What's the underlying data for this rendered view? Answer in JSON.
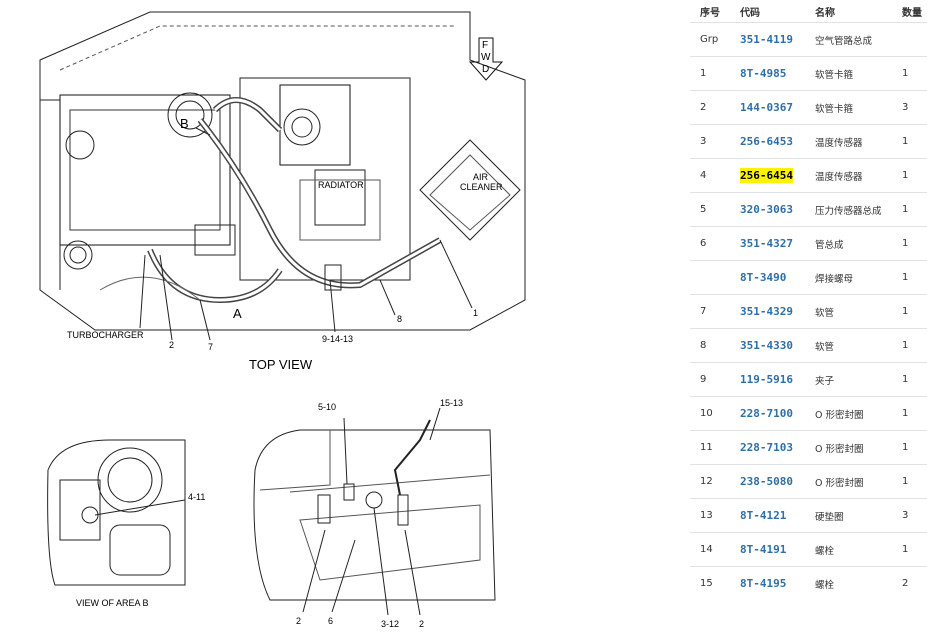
{
  "diagram": {
    "labels": {
      "fwd_1": "F",
      "fwd_2": "W",
      "fwd_3": "D",
      "B": "B",
      "A": "A",
      "radiator": "RADIATOR",
      "air": "AIR",
      "cleaner": "CLEANER",
      "turbocharger": "TURBOCHARGER",
      "top_view": "TOP VIEW",
      "view_area_b": "VIEW OF AREA B",
      "c1": "1",
      "c2": "2",
      "c7": "7",
      "c8": "8",
      "c9_14_13": "9-14-13",
      "c4_11": "4-11",
      "c5_10": "5-10",
      "c15_13": "15-13",
      "c2b": "2",
      "c6": "6",
      "c3_12": "3-12",
      "c2c": "2"
    }
  },
  "parts_table": {
    "headers": {
      "seq": "序号",
      "code": "代码",
      "name": "名称",
      "qty": "数量"
    },
    "rows": [
      {
        "seq": "Grp",
        "code": "351-4119",
        "name": "空气管路总成",
        "qty": ""
      },
      {
        "seq": "1",
        "code": "8T-4985",
        "name": "软管卡箍",
        "qty": "1"
      },
      {
        "seq": "2",
        "code": "144-0367",
        "name": "软管卡箍",
        "qty": "3"
      },
      {
        "seq": "3",
        "code": "256-6453",
        "name": "温度传感器",
        "qty": "1"
      },
      {
        "seq": "4",
        "code": "256-6454",
        "name": "温度传感器",
        "qty": "1"
      },
      {
        "seq": "5",
        "code": "320-3063",
        "name": "压力传感器总成",
        "qty": "1"
      },
      {
        "seq": "6",
        "code": "351-4327",
        "name": "管总成",
        "qty": "1"
      },
      {
        "seq": "",
        "code": "8T-3490",
        "name": "焊接螺母",
        "qty": "1"
      },
      {
        "seq": "7",
        "code": "351-4329",
        "name": "软管",
        "qty": "1"
      },
      {
        "seq": "8",
        "code": "351-4330",
        "name": "软管",
        "qty": "1"
      },
      {
        "seq": "9",
        "code": "119-5916",
        "name": "夹子",
        "qty": "1"
      },
      {
        "seq": "10",
        "code": "228-7100",
        "name": "O 形密封圈",
        "qty": "1"
      },
      {
        "seq": "11",
        "code": "228-7103",
        "name": "O 形密封圈",
        "qty": "1"
      },
      {
        "seq": "12",
        "code": "238-5080",
        "name": "O 形密封圈",
        "qty": "1"
      },
      {
        "seq": "13",
        "code": "8T-4121",
        "name": "硬垫圈",
        "qty": "3"
      },
      {
        "seq": "14",
        "code": "8T-4191",
        "name": "螺栓",
        "qty": "1"
      },
      {
        "seq": "15",
        "code": "8T-4195",
        "name": "螺栓",
        "qty": "2"
      }
    ],
    "highlight_color": "#fff200",
    "code_color": "#2f6fa7"
  }
}
